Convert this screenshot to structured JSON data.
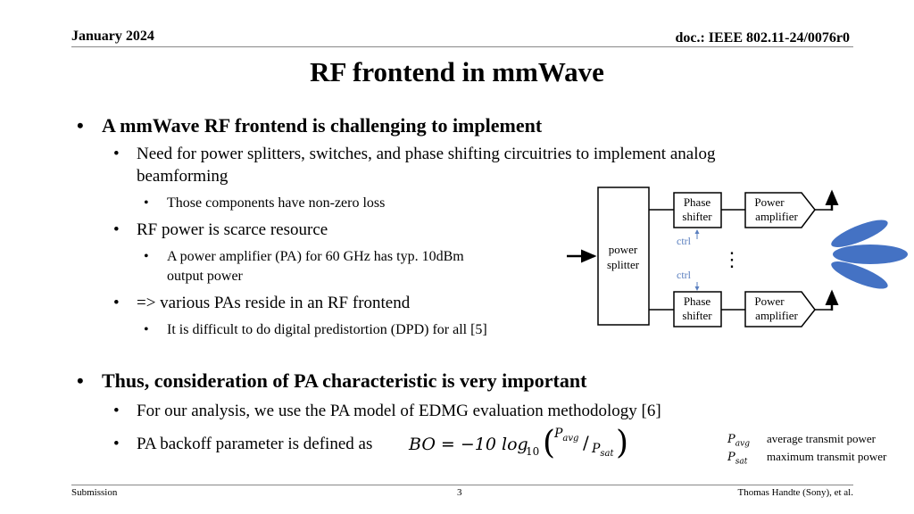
{
  "header": {
    "date": "January 2024",
    "doc": "doc.: IEEE 802.11-24/0076r0"
  },
  "title": "RF frontend in mmWave",
  "bullets": {
    "b1": "A mmWave RF frontend is challenging to implement",
    "b1_1_line1": "Need for power splitters, switches, and phase shifting circuitries to implement analog",
    "b1_1_line2": "beamforming",
    "b1_1_1": "Those components have non-zero loss",
    "b1_2": "RF power is scarce resource",
    "b1_2_1_line1": "A power amplifier (PA) for 60 GHz has typ. 10dBm",
    "b1_2_1_line2": "output power",
    "b1_3": "=> various PAs reside in an RF frontend",
    "b1_3_1": "It is difficult to do digital predistortion (DPD) for all [5]",
    "b2": "Thus, consideration of PA characteristic is very important",
    "b2_1": "For our analysis, we use the PA model of EDMG evaluation methodology [6]",
    "b2_2": "PA backoff parameter is defined as"
  },
  "formula": {
    "lhs": "BO = −10 log",
    "sub": "10",
    "num": "P",
    "num_sub": "avg",
    "den": "P",
    "den_sub": "sat"
  },
  "legend": {
    "p1": "P",
    "p1_sub": "avg",
    "p1_desc": "average transmit power",
    "p2": "P",
    "p2_sub": "sat",
    "p2_desc": "maximum transmit power"
  },
  "diagram": {
    "splitter_line1": "power",
    "splitter_line2": "splitter",
    "phase_line1": "Phase",
    "phase_line2": "shifter",
    "amp_line1": "Power",
    "amp_line2": "amplifier",
    "ctrl": "ctrl",
    "ellipsis": "⋮"
  },
  "footer": {
    "left": "Submission",
    "page": "3",
    "right": "Thomas Handte (Sony), et al."
  }
}
